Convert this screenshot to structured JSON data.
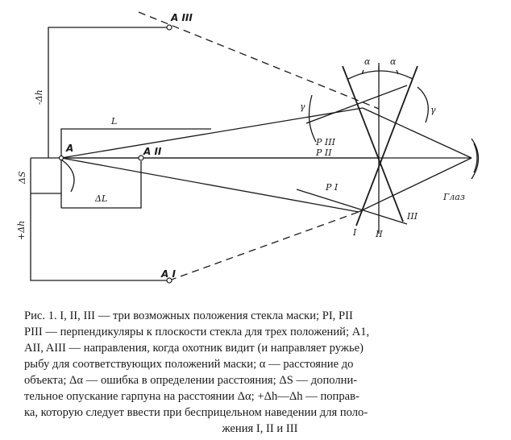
{
  "labels": {
    "A_III": "A III",
    "A_I": "A I",
    "A_II": "A II",
    "A": "A",
    "L": "L",
    "delta_h_top": "-Δh",
    "delta_h_bottom": "+Δh",
    "delta_S": "ΔS",
    "delta_L": "ΔL",
    "alpha_left": "α",
    "alpha_right": "α",
    "gamma_left": "γ",
    "gamma_right": "γ",
    "rho_III": "P III",
    "rho_II": "P II",
    "rho_I": "P I",
    "mark_I": "I",
    "mark_II": "II",
    "mark_III": "III",
    "eye": "Глаз"
  },
  "caption": {
    "lines": [
      "Рис. 1. I, II, III — три возможных положения стекла маски; PI, PII",
      "PIII — перпендикуляры к плоскости стекла для трех положений; A1,",
      "AII, AIII — направления, когда охотник видит (и направляет ружье)",
      "рыбу для соответствующих положений маски; α — расстояние до",
      "объекта; Δα — ошибка в определении расстояния; ΔS — дополни-",
      "тельное опускание гарпуна на расстоянии Δα; +Δh—Δh — поправ-",
      "ка, которую следует ввести при бесприцельном наведении для поло-",
      "жения I, II и III"
    ]
  }
}
